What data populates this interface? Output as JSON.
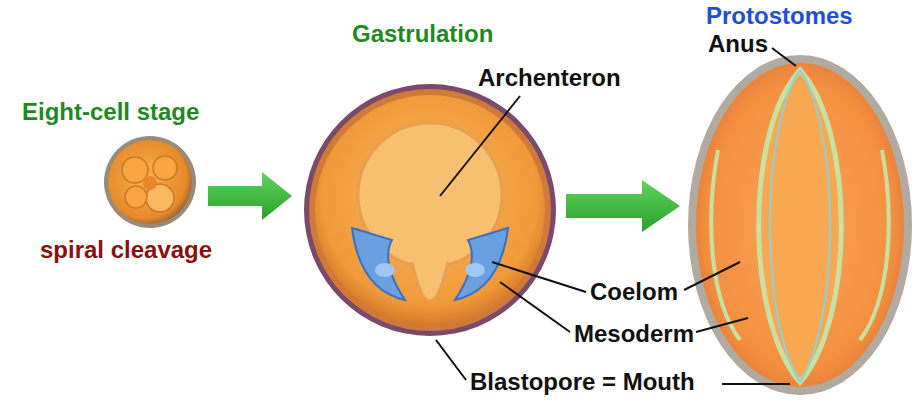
{
  "diagram": {
    "title": "Protostomes",
    "labels": [
      "Eight-cell stage",
      "spiral cleavage",
      "Gastrulation",
      "Archenteron",
      "Anus",
      "Coelom",
      "Mesoderm",
      "Blastopore = Mouth"
    ]
  }
}
